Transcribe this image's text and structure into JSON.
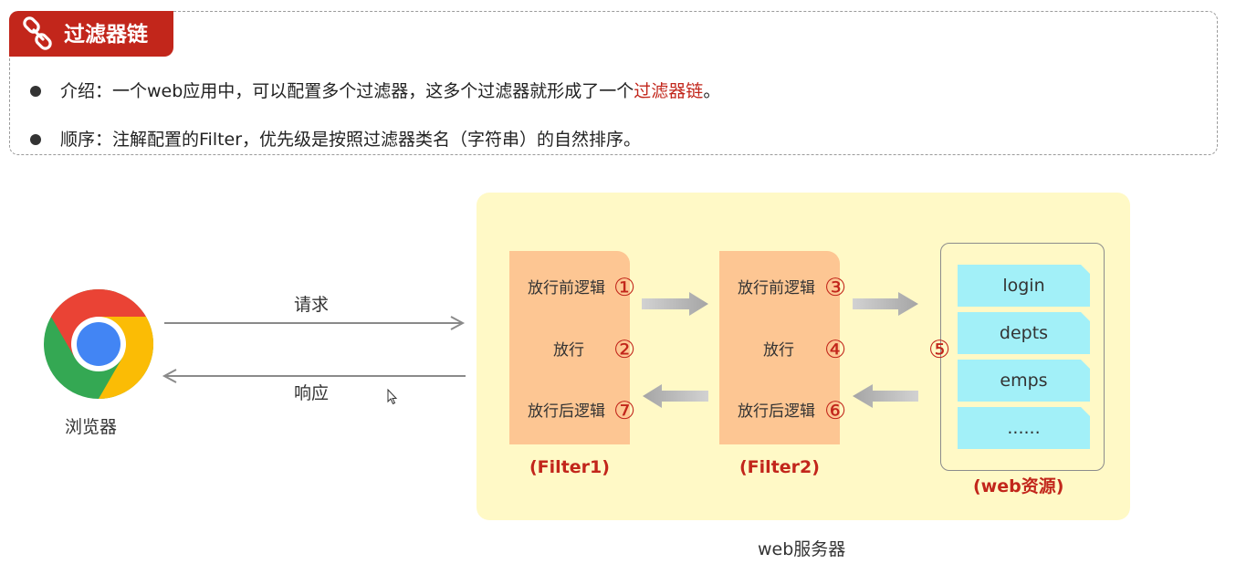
{
  "header": {
    "title": "过滤器链",
    "icon": "link-icon",
    "accent_color": "#c2261b"
  },
  "bullets": [
    {
      "prefix": "介绍：一个web应用中，可以配置多个过滤器，这多个过滤器就形成了一个",
      "highlight": "过滤器链",
      "suffix": "。"
    },
    {
      "text": "顺序：注解配置的Filter，优先级是按照过滤器类名（字符串）的自然排序。"
    }
  ],
  "browser": {
    "label": "浏览器",
    "icon": "chrome-icon"
  },
  "arrows": {
    "request": "请求",
    "response": "响应"
  },
  "server": {
    "label": "web服务器",
    "filters": [
      {
        "name": "(Filter1)",
        "before": "放行前逻辑",
        "before_num": "①",
        "pass": "放行",
        "pass_num": "②",
        "after": "放行后逻辑",
        "after_num": "⑦"
      },
      {
        "name": "(Filter2)",
        "before": "放行前逻辑",
        "before_num": "③",
        "pass": "放行",
        "pass_num": "④",
        "after": "放行后逻辑",
        "after_num": "⑥"
      }
    ],
    "resources": {
      "label": "(web资源)",
      "num": "⑤",
      "items": [
        "login",
        "depts",
        "emps",
        "......"
      ]
    }
  }
}
